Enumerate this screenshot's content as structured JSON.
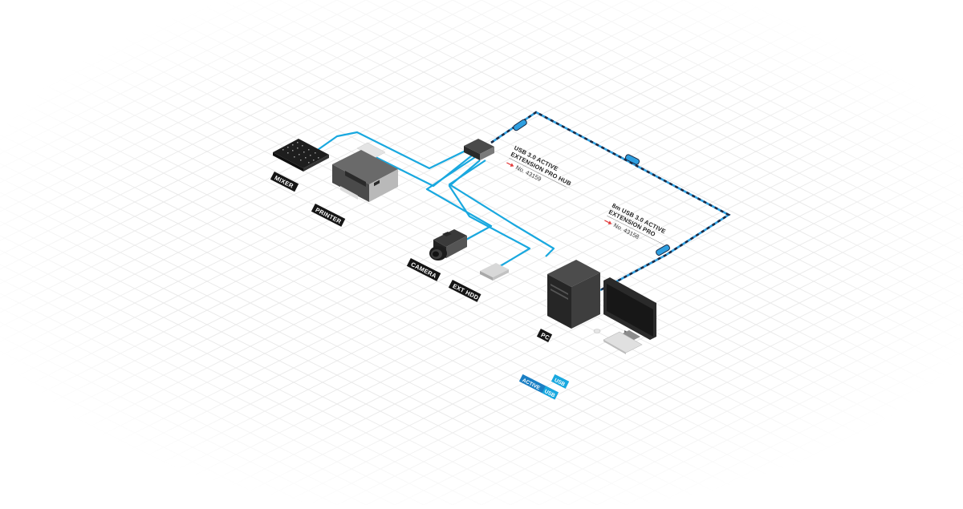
{
  "colors": {
    "usb_cable": "#19a8df",
    "ext_cable_dark": "#1a2a45",
    "ext_cable_light": "#2f9fe0",
    "grid": "#e9e9e9",
    "label_bg": "#151515",
    "device_dark": "#2b2b2b",
    "device_mid": "#5a5a5a",
    "device_light": "#bdbdbd"
  },
  "devices": {
    "mixer": "MIXER",
    "printer": "PRINTER",
    "camera": "CAMERA",
    "ext_hdd": "EXT HDD",
    "pc": "PC"
  },
  "hub_info": {
    "line1": "USB 3.0 ACTIVE",
    "line2": "EXTENSION PRO HUB",
    "number": "No. 43159"
  },
  "cable_info": {
    "line1": "8m USB 3.0 ACTIVE",
    "line2": "EXTENSION PRO",
    "number": "No. 43158"
  },
  "legend": {
    "active_usb_a": "ACTIVE",
    "active_usb_b": "USB",
    "usb": "USB"
  },
  "icons": {
    "arrow": "red-arrow-icon"
  }
}
